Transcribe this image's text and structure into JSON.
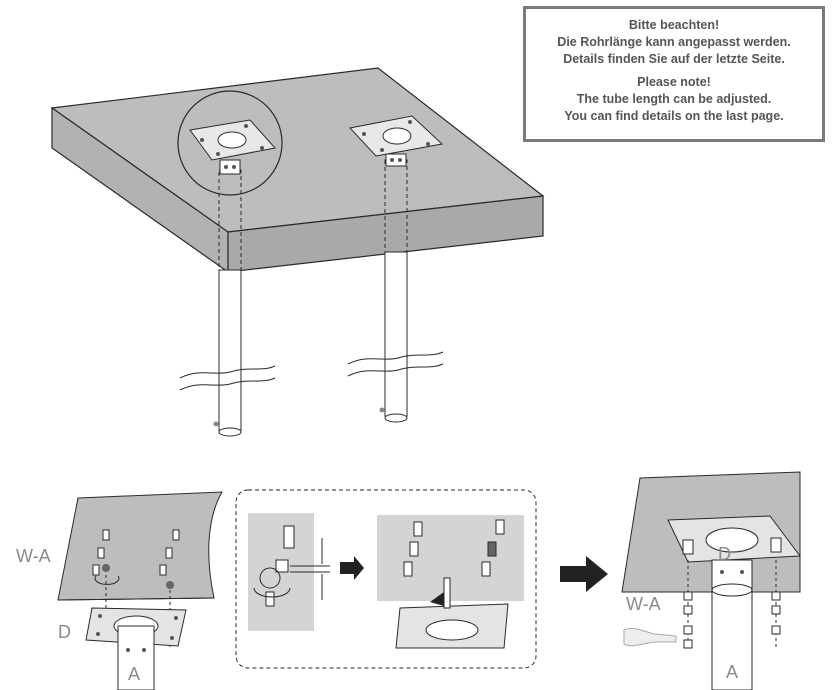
{
  "notice": {
    "de_title": "Bitte beachten!",
    "de_line1": "Die Rohrlänge kann angepasst werden.",
    "de_line2": "Details finden Sie auf der letzte Seite.",
    "en_title": "Please note!",
    "en_line1": "The tube length can be adjusted.",
    "en_line2": "You can find details on the last page."
  },
  "labels": {
    "tabletop_left": "W-A",
    "plate_left": "D",
    "leg_left": "A",
    "plate_right": "D",
    "bolts_right": "W-A",
    "leg_right": "A"
  },
  "colors": {
    "tabletop": "#bdbdbd",
    "tabletop_side": "#a9a9a9",
    "panel": "#d4d4d4",
    "line": "#2a2a2a",
    "notice_border": "#7a7a7a",
    "label": "#8a8a8a"
  }
}
